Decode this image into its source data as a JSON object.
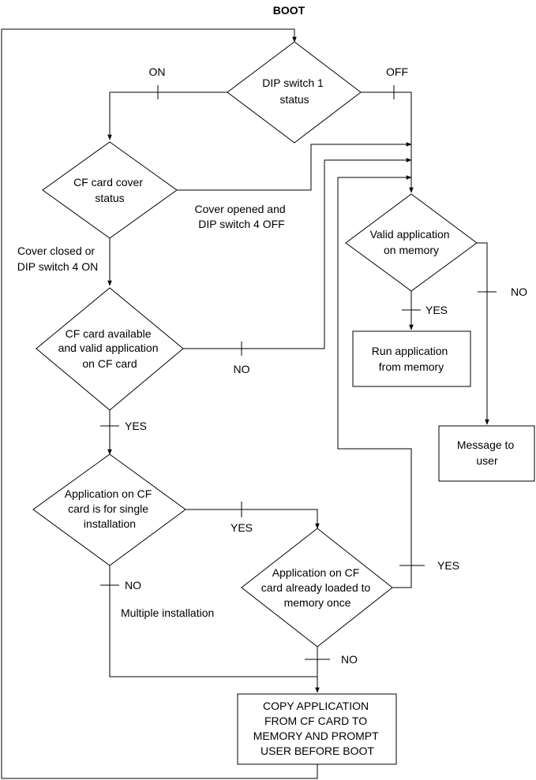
{
  "title": "BOOT",
  "decisions": {
    "dip1": [
      "DIP switch 1",
      "status"
    ],
    "cfcover": [
      "CF card cover",
      "status"
    ],
    "cfvalid": [
      "CF card available",
      "and valid application",
      "on CF card"
    ],
    "single": [
      "Application on CF",
      "card is for single",
      "installation"
    ],
    "loaded": [
      "Application on CF",
      "card already loaded to",
      "memory once"
    ],
    "validmem": [
      "Valid application",
      "on memory"
    ]
  },
  "processes": {
    "run": [
      "Run application",
      "from memory"
    ],
    "message": [
      "Message to",
      "user"
    ],
    "copy": [
      "COPY APPLICATION",
      "FROM CF CARD TO",
      "MEMORY AND PROMPT",
      "USER BEFORE BOOT"
    ]
  },
  "labels": {
    "on": "ON",
    "off": "OFF",
    "cover_opened": [
      "Cover opened and",
      "DIP switch 4 OFF"
    ],
    "cover_closed": [
      "Cover closed or",
      "DIP switch 4 ON"
    ],
    "cfvalid_no": "NO",
    "cfvalid_yes": "YES",
    "single_yes": "YES",
    "single_no": "NO",
    "multiple": "Multiple installation",
    "loaded_yes": "YES",
    "loaded_no": "NO",
    "validmem_yes": "YES",
    "validmem_no": "NO"
  }
}
